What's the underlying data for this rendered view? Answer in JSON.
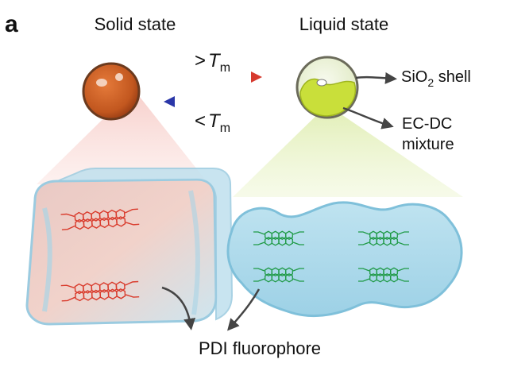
{
  "figure": {
    "panel_letter": "a",
    "titles": {
      "solid": "Solid state",
      "liquid": "Liquid state"
    },
    "transition": {
      "heat": {
        "symbol": ">",
        "T": "T",
        "sub": "m"
      },
      "cool": {
        "symbol": "<",
        "T": "T",
        "sub": "m"
      }
    },
    "labels": {
      "shell": {
        "pre": "SiO",
        "sub": "2",
        "post": " shell"
      },
      "mixture_line1": "EC-DC",
      "mixture_line2": "mixture",
      "fluorophore": "PDI fluorophore"
    },
    "colors": {
      "solid_sphere": "#c2571f",
      "liquid_fill": "#c9df3a",
      "heat_arrow": "#d63a2f",
      "cool_arrow": "#2a36a8",
      "solid_molecules": "#d93a2b",
      "liquid_molecules": "#1f9a46",
      "ice_block": "#c5e4f2",
      "liquid_blob": "#a9d8ea"
    }
  }
}
